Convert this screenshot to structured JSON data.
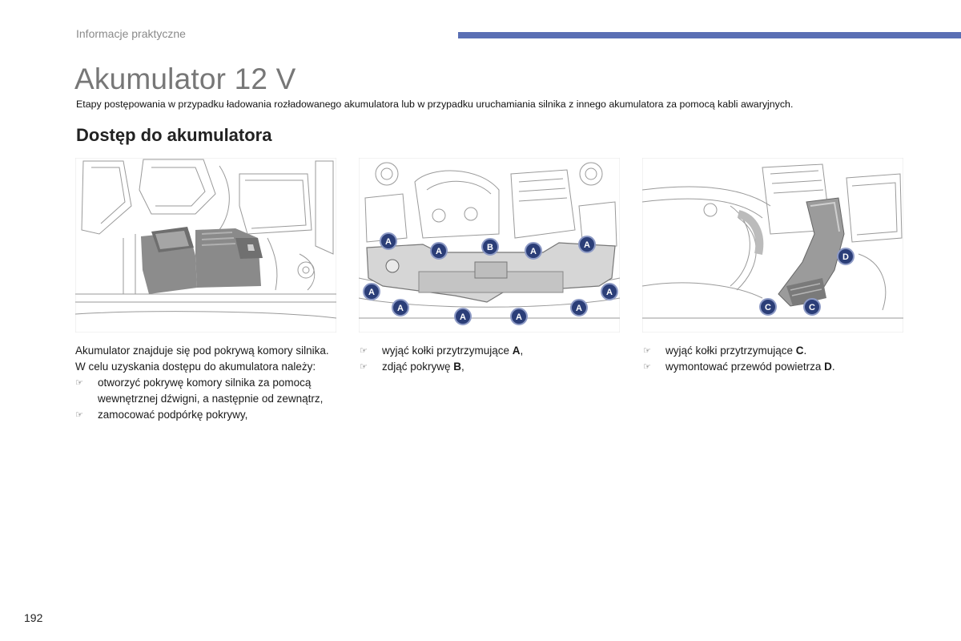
{
  "header": {
    "section": "Informacje praktyczne",
    "accent_color": "#5a6fb4"
  },
  "page": {
    "title": "Akumulator 12 V",
    "intro": "Etapy postępowania w przypadku ładowania rozładowanego akumulatora lub w przypadku uruchamiania silnika z innego akumulatora za pomocą kabli awaryjnych.",
    "subtitle": "Dostęp do akumulatora",
    "number": "192"
  },
  "figures": {
    "fig2_markers": [
      "A",
      "B"
    ],
    "fig3_markers": [
      "C",
      "D"
    ],
    "marker_color": "#2b3e78"
  },
  "columns": {
    "col1": {
      "p1": "Akumulator znajduje się pod pokrywą komory silnika.",
      "p2": "W celu uzyskania dostępu do akumulatora należy:",
      "bullet_icon": "hand-pointer-icon",
      "bullets": [
        "otworzyć pokrywę komory silnika za pomocą wewnętrznej dźwigni, a następnie od zewnątrz,",
        "zamocować podpórkę pokrywy,"
      ]
    },
    "col2": {
      "b1_text": "wyjąć kołki przytrzymujące ",
      "b1_bold": "A",
      "b1_end": ",",
      "b2_text": "zdjąć pokrywę ",
      "b2_bold": "B",
      "b2_end": ","
    },
    "col3": {
      "b1_text": "wyjąć kołki przytrzymujące ",
      "b1_bold": "C",
      "b1_end": ".",
      "b2_text": "wymontować przewód powietrza ",
      "b2_bold": "D",
      "b2_end": "."
    }
  }
}
